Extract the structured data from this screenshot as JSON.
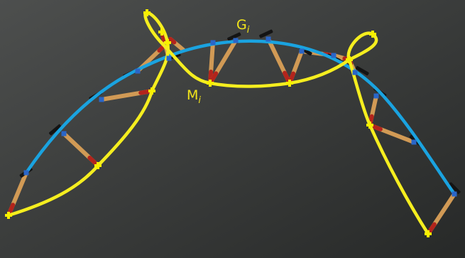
{
  "labels": {
    "g": {
      "main": "G",
      "sub": "i"
    },
    "m": {
      "main": "M",
      "sub": "i"
    }
  },
  "colors": {
    "background_light": "#4d4f4e",
    "background_dark": "#272928",
    "blue_curve": "#1aa3e0",
    "yellow_curve": "#f5ee1f",
    "segment_tan": "#d19a55",
    "segment_red": "#b3241c",
    "spike": "#141414",
    "blue_marker": "#2a66c8",
    "yellow_marker": "#f8f000",
    "label_text": "#f2e51a"
  },
  "icons": {
    "blue_marker": "blue-square-marker-icon",
    "yellow_marker": "yellow-cross-marker-icon"
  }
}
